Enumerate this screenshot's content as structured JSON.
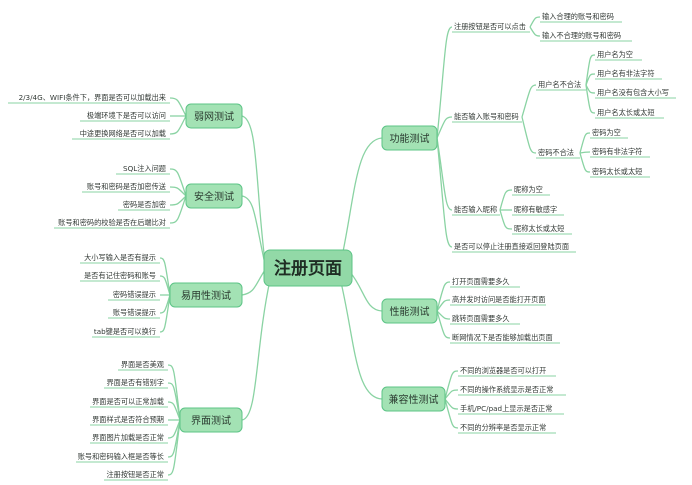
{
  "root": {
    "label": "注册页面"
  },
  "branches": [
    {
      "label": "功能测试",
      "children": [
        {
          "label": "注册按钮是否可以点击",
          "children": [
            {
              "label": "输入合理的账号和密码"
            },
            {
              "label": "输入不合理的账号和密码"
            }
          ]
        },
        {
          "label": "能否输入账号和密码",
          "children": [
            {
              "label": "用户名不合法",
              "children": [
                {
                  "label": "用户名为空"
                },
                {
                  "label": "用户名有非法字符"
                },
                {
                  "label": "用户名没有包含大小写"
                },
                {
                  "label": "用户名太长或太短"
                }
              ]
            },
            {
              "label": "密码不合法",
              "children": [
                {
                  "label": "密码为空"
                },
                {
                  "label": "密码有非法字符"
                },
                {
                  "label": "密码太长或太短"
                }
              ]
            }
          ]
        },
        {
          "label": "能否输入昵称",
          "children": [
            {
              "label": "昵称为空"
            },
            {
              "label": "昵称有敏感字"
            },
            {
              "label": "昵称太长或太短"
            }
          ]
        },
        {
          "label": "是否可以停止注册直接返回登陆页面"
        }
      ]
    },
    {
      "label": "性能测试",
      "children": [
        {
          "label": "打开页面需要多久"
        },
        {
          "label": "高并发时访问是否能打开页面"
        },
        {
          "label": "跳转页面需要多久"
        },
        {
          "label": "断网情况下是否能够加载出页面"
        }
      ]
    },
    {
      "label": "兼容性测试",
      "children": [
        {
          "label": "不同的浏览器是否可以打开"
        },
        {
          "label": "不同的操作系统显示是否正常"
        },
        {
          "label": "手机/PC/pad上显示是否正常"
        },
        {
          "label": "不同的分辨率是否显示正常"
        }
      ]
    },
    {
      "label": "弱网测试",
      "children": [
        {
          "label": "2/3/4G、WIFI条件下，界面是否可以加载出来"
        },
        {
          "label": "极端环境下是否可以访问"
        },
        {
          "label": "中途更换网络是否可以加载"
        }
      ]
    },
    {
      "label": "安全测试",
      "children": [
        {
          "label": "SQL注入问题"
        },
        {
          "label": "账号和密码是否加密传送"
        },
        {
          "label": "密码是否加密"
        },
        {
          "label": "账号和密码的校验是否在后端比对"
        }
      ]
    },
    {
      "label": "易用性测试",
      "children": [
        {
          "label": "大小写输入是否有提示"
        },
        {
          "label": "是否有记住密码和账号"
        },
        {
          "label": "密码错误提示"
        },
        {
          "label": "账号错误提示"
        },
        {
          "label": "tab键是否可以换行"
        }
      ]
    },
    {
      "label": "界面测试",
      "children": [
        {
          "label": "界面是否美观"
        },
        {
          "label": "界面是否有错别字"
        },
        {
          "label": "界面是否可以正常加载"
        },
        {
          "label": "界面样式是否符合预期"
        },
        {
          "label": "界面图片加载是否正常"
        },
        {
          "label": "账号和密码输入框是否等长"
        },
        {
          "label": "注册按钮是否正常"
        }
      ]
    }
  ]
}
